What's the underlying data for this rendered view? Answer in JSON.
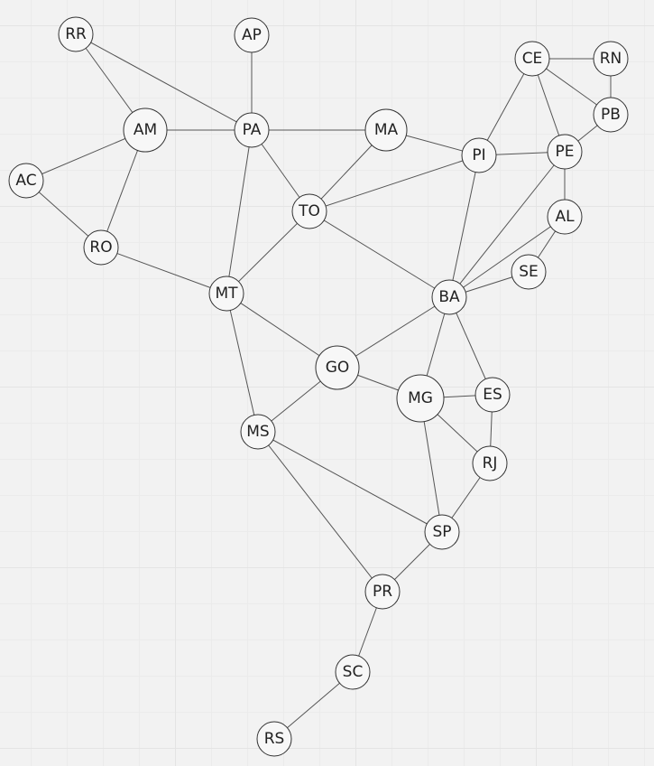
{
  "colors": {
    "edge": "#555555",
    "node_fill": "#f7f7f7",
    "node_stroke": "#333333",
    "text": "#222222"
  },
  "nodes": [
    {
      "id": "RR",
      "label": "RR"
    },
    {
      "id": "AP",
      "label": "AP"
    },
    {
      "id": "AM",
      "label": "AM"
    },
    {
      "id": "PA",
      "label": "PA"
    },
    {
      "id": "MA",
      "label": "MA"
    },
    {
      "id": "AC",
      "label": "AC"
    },
    {
      "id": "RO",
      "label": "RO"
    },
    {
      "id": "TO",
      "label": "TO"
    },
    {
      "id": "MT",
      "label": "MT"
    },
    {
      "id": "PI",
      "label": "PI"
    },
    {
      "id": "CE",
      "label": "CE"
    },
    {
      "id": "RN",
      "label": "RN"
    },
    {
      "id": "PB",
      "label": "PB"
    },
    {
      "id": "PE",
      "label": "PE"
    },
    {
      "id": "AL",
      "label": "AL"
    },
    {
      "id": "SE",
      "label": "SE"
    },
    {
      "id": "BA",
      "label": "BA"
    },
    {
      "id": "GO",
      "label": "GO"
    },
    {
      "id": "MG",
      "label": "MG"
    },
    {
      "id": "ES",
      "label": "ES"
    },
    {
      "id": "RJ",
      "label": "RJ"
    },
    {
      "id": "MS",
      "label": "MS"
    },
    {
      "id": "SP",
      "label": "SP"
    },
    {
      "id": "PR",
      "label": "PR"
    },
    {
      "id": "SC",
      "label": "SC"
    },
    {
      "id": "RS",
      "label": "RS"
    }
  ],
  "edges": [
    [
      "RR",
      "AM"
    ],
    [
      "RR",
      "PA"
    ],
    [
      "AP",
      "PA"
    ],
    [
      "AM",
      "PA"
    ],
    [
      "AM",
      "AC"
    ],
    [
      "AM",
      "RO"
    ],
    [
      "AC",
      "RO"
    ],
    [
      "RO",
      "MT"
    ],
    [
      "PA",
      "MA"
    ],
    [
      "PA",
      "TO"
    ],
    [
      "PA",
      "MT"
    ],
    [
      "MA",
      "TO"
    ],
    [
      "MA",
      "PI"
    ],
    [
      "TO",
      "PI"
    ],
    [
      "TO",
      "MT"
    ],
    [
      "TO",
      "BA"
    ],
    [
      "PI",
      "CE"
    ],
    [
      "PI",
      "PE"
    ],
    [
      "PI",
      "BA"
    ],
    [
      "CE",
      "RN"
    ],
    [
      "CE",
      "PB"
    ],
    [
      "CE",
      "PE"
    ],
    [
      "RN",
      "PB"
    ],
    [
      "PB",
      "PE"
    ],
    [
      "PE",
      "AL"
    ],
    [
      "PE",
      "BA"
    ],
    [
      "AL",
      "SE"
    ],
    [
      "AL",
      "BA"
    ],
    [
      "SE",
      "BA"
    ],
    [
      "BA",
      "GO"
    ],
    [
      "BA",
      "MG"
    ],
    [
      "BA",
      "ES"
    ],
    [
      "MT",
      "GO"
    ],
    [
      "MT",
      "MS"
    ],
    [
      "GO",
      "MS"
    ],
    [
      "GO",
      "MG"
    ],
    [
      "MG",
      "ES"
    ],
    [
      "MG",
      "RJ"
    ],
    [
      "MG",
      "SP"
    ],
    [
      "ES",
      "RJ"
    ],
    [
      "RJ",
      "SP"
    ],
    [
      "MS",
      "SP"
    ],
    [
      "MS",
      "PR"
    ],
    [
      "SP",
      "PR"
    ],
    [
      "PR",
      "SC"
    ],
    [
      "SC",
      "RS"
    ]
  ]
}
